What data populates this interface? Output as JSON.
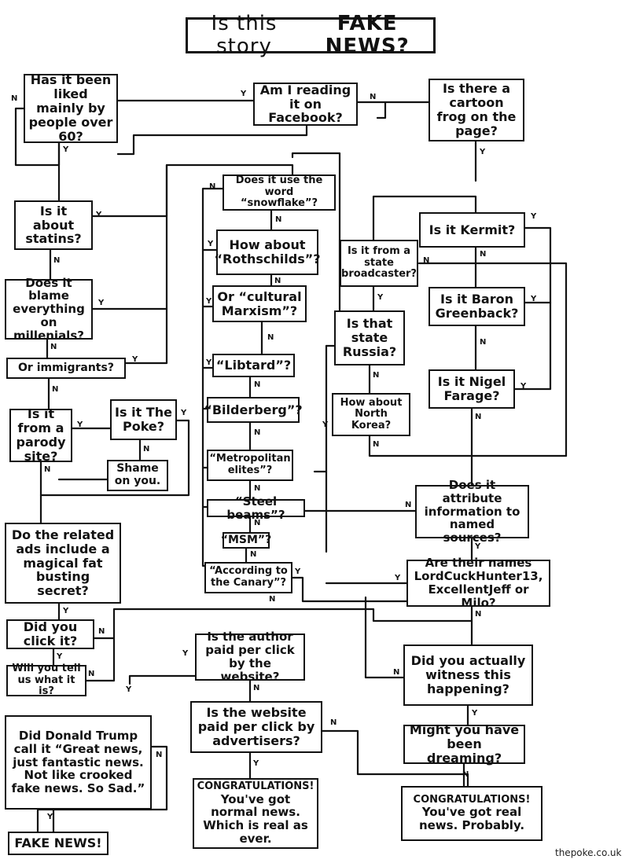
{
  "title": {
    "prefix": "Is this story",
    "emphasis": "FAKE NEWS?"
  },
  "nodes": {
    "facebook": "Am I reading it on Facebook?",
    "over60": "Has it been liked mainly by people over 60?",
    "frog": "Is there a cartoon frog on the page?",
    "statins": "Is it about statins?",
    "millenials": "Does it blame everything on millenials?",
    "immigrants": "Or immigrants?",
    "parody": "Is it from a parody site?",
    "thepoke": "Is it The Poke?",
    "shame": "Shame on you.",
    "snowflake": "Does it use the word “snowflake”?",
    "rothschilds": "How about “Rothschilds”?",
    "cultural": "Or “cultural Marxism”?",
    "libtard": "“Libtard”?",
    "bilderberg": "“Bilderberg”?",
    "metropolitan": "“Metropolitan elites”?",
    "steel": "“Steel beams”?",
    "msm": "“MSM”?",
    "canary": "“According to the Canary”?",
    "kermit": "Is it Kermit?",
    "broadcaster": "Is it from a state broadcaster?",
    "greenback": "Is it Baron Greenback?",
    "russia": "Is that state Russia?",
    "farage": "Is it Nigel Farage?",
    "northkorea": "How about North Korea?",
    "attribute": "Does it attribute information to named sources?",
    "names": "Are their names LordCuckHunter13, ExcellentJeff or Milo?",
    "ads": "Do the related ads include a magical fat busting secret?",
    "clickit": "Did you click it?",
    "tellus": "Will you tell us what it is?",
    "authorpaid": "Is the author paid per click by the website?",
    "witness": "Did you actually witness this happening?",
    "trump": "Did Donald Trump call it “Great news, just fantastic news. Not like crooked fake news. So Sad.”",
    "sitepaid": "Is the website paid per click by advertisers?",
    "dreaming": "Might you have been dreaming?",
    "normalnews_head": "CONGRATULATIONS!",
    "normalnews_body": "You've got normal news. Which is real as ever.",
    "realnews_head": "CONGRATULATIONS!",
    "realnews_body": "You've got real news. Probably.",
    "fakenews": "FAKE NEWS!"
  },
  "labels": {
    "yes": "Y",
    "no": "N"
  },
  "credit": "thepoke.co.uk"
}
